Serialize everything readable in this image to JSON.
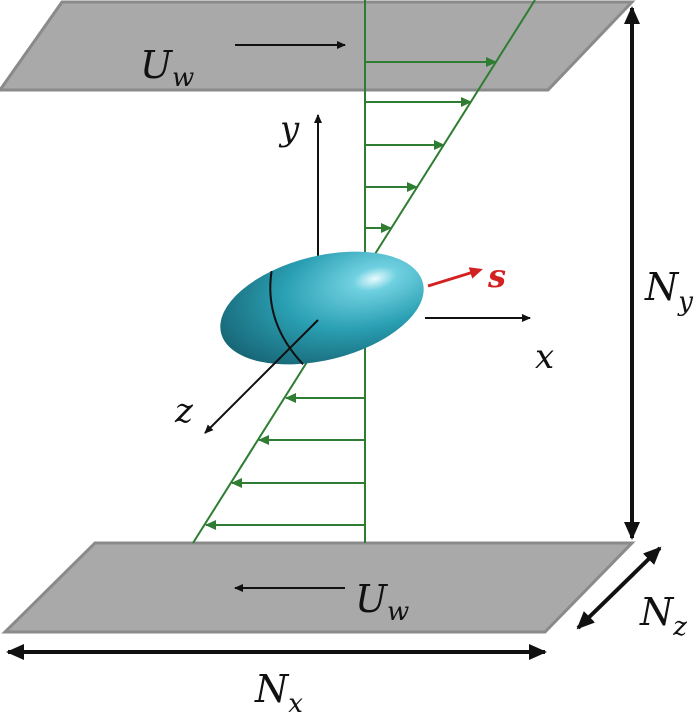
{
  "labels": {
    "wall_velocity": "U",
    "wall_velocity_sub": "w",
    "ny": "N",
    "ny_sub": "y",
    "nx": "N",
    "nx_sub": "x",
    "nz": "N",
    "nz_sub": "z",
    "axis_x": "x",
    "axis_y": "y",
    "axis_z": "z",
    "orientation": "s"
  },
  "colors": {
    "plate": "#a9a9a9",
    "plate_edge": "#8a8a8a",
    "shear_profile": "#2e7d32",
    "particle": "#2a9fb3",
    "orientation_vector": "#d32020",
    "axes": "#111111"
  }
}
